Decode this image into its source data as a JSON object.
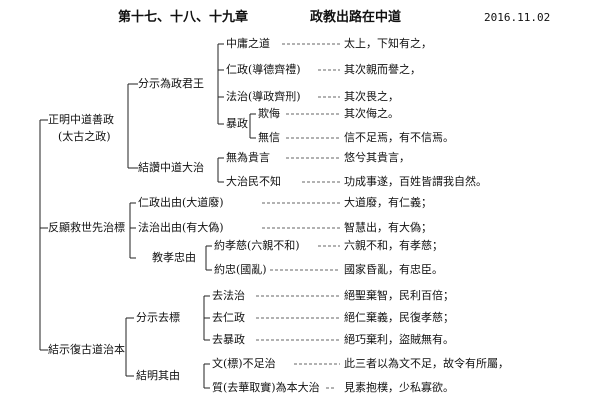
{
  "header": {
    "chapters": "第十七、十八、十九章",
    "title": "政教出路在中道",
    "date": "2016.11.02"
  },
  "root1": {
    "label": "正明中道善政",
    "sub": "(太古之政)"
  },
  "n1": "分示為政君王",
  "n1_items": [
    "中庸之道",
    "仁政(導德齊禮)",
    "法治(導政齊刑)",
    "暴政"
  ],
  "n1_baozheng": [
    "欺侮",
    "無信"
  ],
  "n2": "結讚中道大治",
  "n2_items": [
    "無為貴言",
    "大治民不知"
  ],
  "root2": "反顯救世先治標",
  "r2_items": [
    "仁政出由(大道廢)",
    "法治出由(有大偽)",
    "教孝忠由"
  ],
  "r2_jiao": [
    "約孝慈(六親不和)",
    "約忠(國亂)"
  ],
  "root3": "結示復古道治本",
  "r3a": "分示去標",
  "r3a_items": [
    "去法治",
    "去仁政",
    "去暴政"
  ],
  "r3b": "結明其由",
  "r3b_items": [
    "文(標)不足治",
    "質(去華取實)為本大治"
  ],
  "right": [
    "太上，下知有之，",
    "其次親而譽之，",
    "其次畏之，",
    "其次侮之。",
    "信不足焉，有不信焉。",
    "悠兮其貴言，",
    "功成事遂，百姓皆謂我自然。",
    "大道廢，有仁義；",
    "智慧出，有大偽；",
    "六親不和，有孝慈；",
    "國家昏亂，有忠臣。",
    "絕聖棄智，民利百倍；",
    "絕仁棄義，民復孝慈；",
    "絕巧棄利，盜賊無有。",
    "此三者以為文不足，故令有所屬，",
    "見素抱樸，少私寡欲。"
  ]
}
